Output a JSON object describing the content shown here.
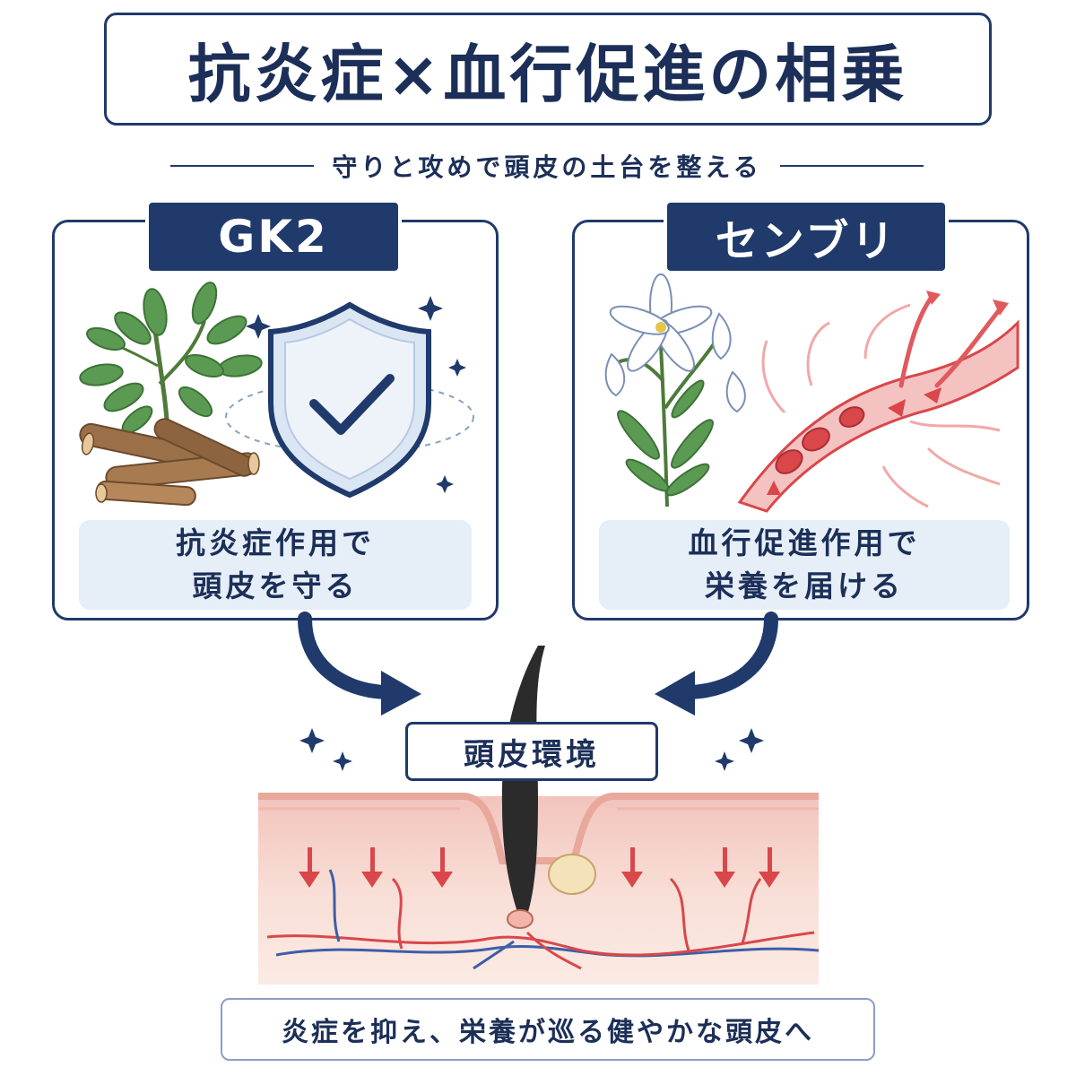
{
  "title": "抗炎症×血行促進の相乗",
  "subtitle": "守りと攻めで頭皮の土台を整える",
  "left_card": {
    "label": "GK2",
    "effect_line1": "抗炎症作用で",
    "effect_line2": "頭皮を守る",
    "icon": "shield-check-icon"
  },
  "right_card": {
    "label": "センブリ",
    "effect_line1": "血行促進作用で",
    "effect_line2": "栄養を届ける",
    "icon": "blood-vessel-icon"
  },
  "center_label": "頭皮環境",
  "conclusion": "炎症を抑え、栄養が巡る健やかな頭皮へ",
  "colors": {
    "navy": "#1f3a6b",
    "light_blue": "#e6eef8",
    "red": "#d9474a",
    "leaf_green": "#4f8a4a",
    "skin": "#f6d8cf"
  }
}
